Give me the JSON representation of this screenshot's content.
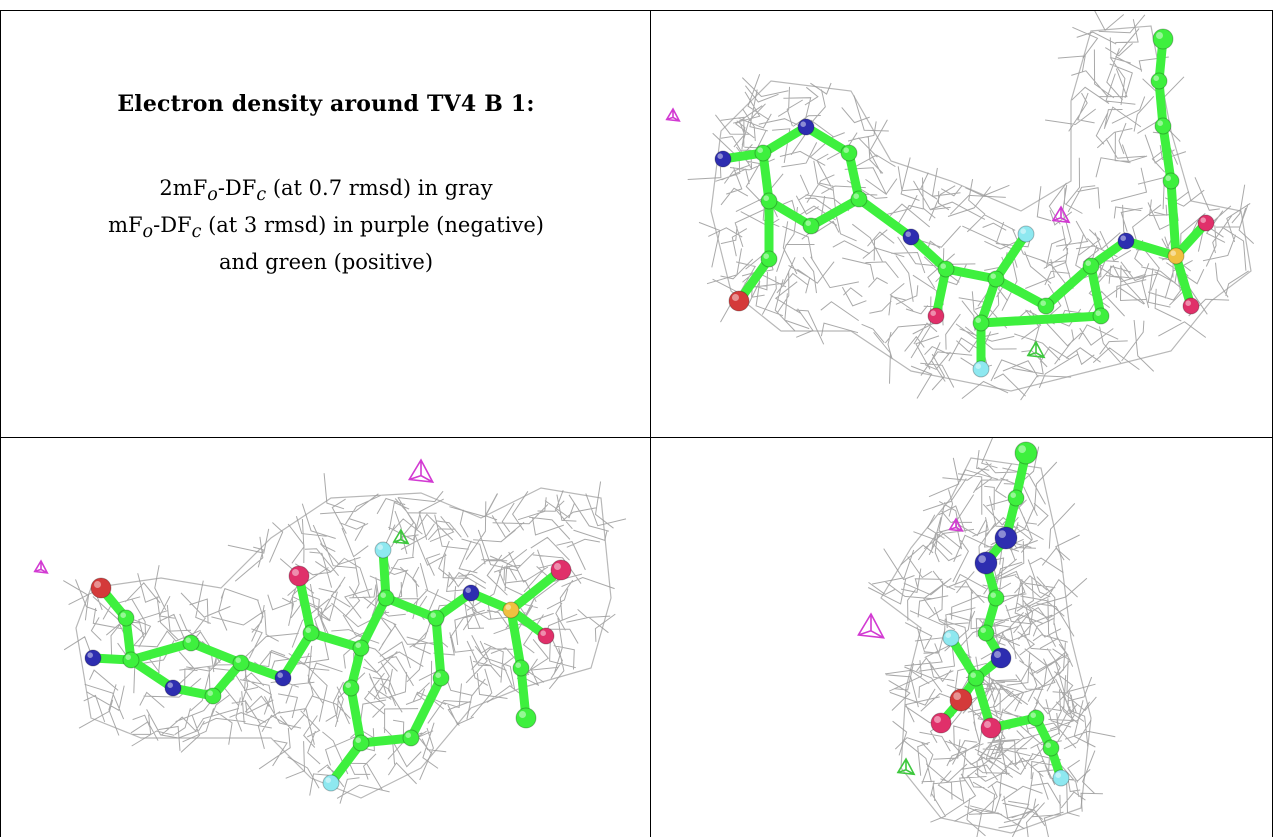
{
  "caption": {
    "title": "Electron density around TV4 B 1:",
    "line1": {
      "a": "2mF",
      "a_sub": "o",
      "b": "-DF",
      "b_sub": "c",
      "rest": " (at 0.7 rmsd) in gray"
    },
    "line2": {
      "a": "mF",
      "a_sub": "o",
      "b": "-DF",
      "b_sub": "c",
      "rest": " (at 3 rmsd) in purple (negative)"
    },
    "line3": "and green (positive)"
  },
  "colors": {
    "carbon": "#3ef03e",
    "nitrogen": "#2d2db0",
    "oxygen": "#d43a3a",
    "sulfur": "#f0c040",
    "fluorine": "#8ee8f0",
    "pink_o": "#e0306a",
    "mesh_gray": "#9a9a9a",
    "mesh_purple": "#d23ad2",
    "mesh_green": "#3ec83e"
  },
  "panels": [
    {
      "view": "top-right"
    },
    {
      "view": "bottom-left"
    },
    {
      "view": "bottom-right"
    }
  ]
}
